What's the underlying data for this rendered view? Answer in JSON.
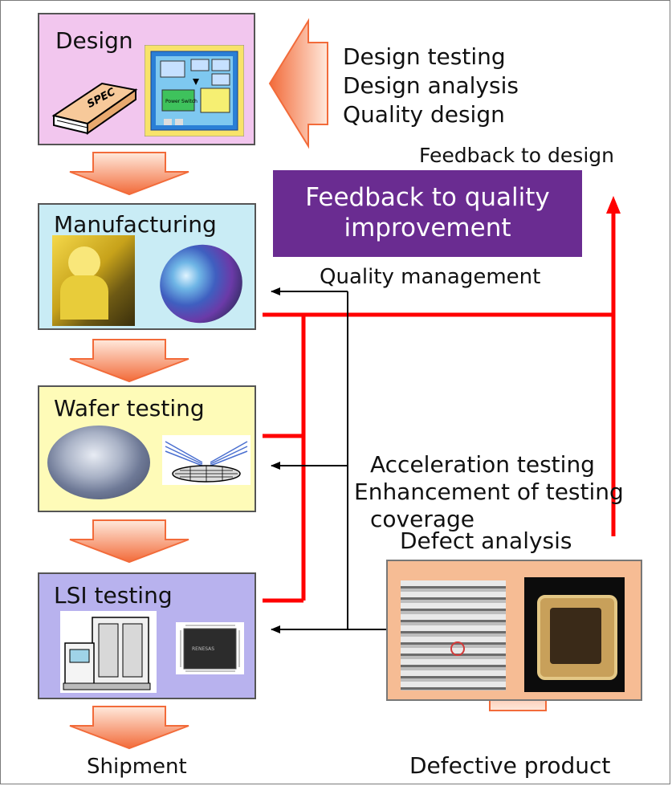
{
  "stages": {
    "design": "Design",
    "manufacturing": "Manufacturing",
    "wafer_testing": "Wafer testing",
    "lsi_testing": "LSI testing"
  },
  "design_activities": [
    "Design testing",
    "Design analysis",
    "Quality design"
  ],
  "feedback_to_design": "Feedback to design",
  "banner": {
    "line1": "Feedback to quality",
    "line2": "improvement"
  },
  "quality_management": "Quality management",
  "acceleration": {
    "line1": "Acceleration testing",
    "line2": "Enhancement of testing",
    "line3": "coverage"
  },
  "defect_analysis": "Defect analysis",
  "shipment": "Shipment",
  "defective_product": "Defective product",
  "images": {
    "spec_book_text": "SPEC",
    "power_switch_text": "Power Switch"
  },
  "colors": {
    "design_box": "#f2c6ee",
    "manufacturing_box": "#c9ecf5",
    "wafer_box": "#fefbb8",
    "lsi_box": "#b8b2ee",
    "defect_box": "#f6bc94",
    "banner": "#6a2c91",
    "feedback_line": "#ff0000",
    "flow_arrow": "#f26b3a"
  }
}
